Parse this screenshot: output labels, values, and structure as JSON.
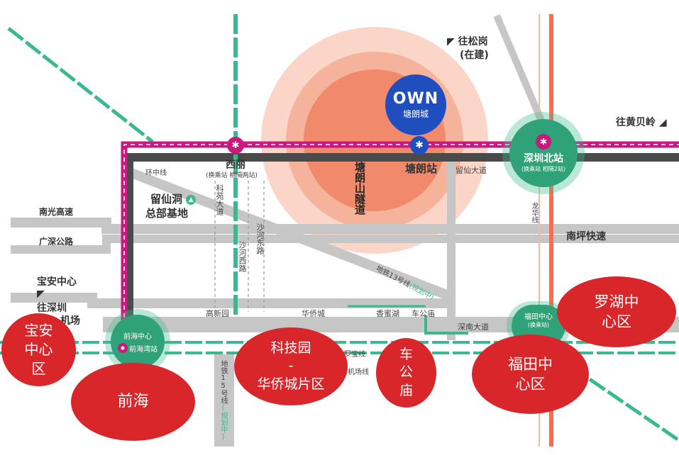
{
  "colors": {
    "ring_line": "#c8197f",
    "road_gray": "#c6c6c6",
    "road_dark": "#505050",
    "metro_green": "#3bb98e",
    "orange_line": "#f26f4f",
    "district_red": "#d9262a",
    "project_blue": "#1f4fbf",
    "halo": "#f7a58d"
  },
  "project": {
    "logo_text": "OWN",
    "name": "塘朗城",
    "station": "塘朗站",
    "tunnel": "塘朗山隧道"
  },
  "directions": {
    "songgang": "往松岗",
    "songgang_note": "(在建)",
    "huangbeiling": "往黄贝岭",
    "baoan_center": "宝安中心",
    "airport": "往深圳",
    "airport_2": "机场"
  },
  "roads": {
    "ring_line": "环中线",
    "liuxian_avenue": "留仙大道",
    "nanguang": "南光高速",
    "guangshen": "广深公路",
    "nanping": "南坪快速",
    "shenzhen_avenue": "深南大道",
    "keyuan": "科苑大道",
    "shahe_west": "沙河西路",
    "shahe_east": "沙河东路",
    "longhua_line": "龙华线",
    "luobao_line": "罗宝线",
    "airport_line": "机场线",
    "metro15": "地铁15号线",
    "metro15_note": "(规划中)",
    "metro13": "地铁13号线",
    "metro13_note": "(规划中)"
  },
  "places": {
    "liuxiandong": "留仙洞",
    "liuxiandong_2": "总部基地",
    "gaoxinyuan": "高新园",
    "huaqiaocheng": "华侨城",
    "xiangmihu": "香蜜湖",
    "chegongmiao": "车公庙"
  },
  "stations": {
    "xili": "西丽",
    "xili_note": "(换乘站 相隔两站)",
    "shenzhen_north": "深圳北站",
    "shenzhen_north_note": "(换乘站 相隔2站)",
    "qianhai_center": "前海中心",
    "qianhaiwan": "前海湾站",
    "futian_center": "福田中心",
    "futian_note": "(换乘站)"
  },
  "districts": {
    "baoan": [
      "宝安",
      "中心",
      "区"
    ],
    "qianhai": [
      "前海"
    ],
    "keji": [
      "科技园",
      "-",
      "华侨城片区"
    ],
    "chegong": [
      "车",
      "公",
      "庙"
    ],
    "futian": [
      "福田中",
      "心区"
    ],
    "luohu": [
      "罗湖中",
      "心区"
    ]
  },
  "icons": {
    "metro": "metro-logo-icon",
    "arrow": "direction-arrow-icon",
    "building": "building-icon"
  }
}
